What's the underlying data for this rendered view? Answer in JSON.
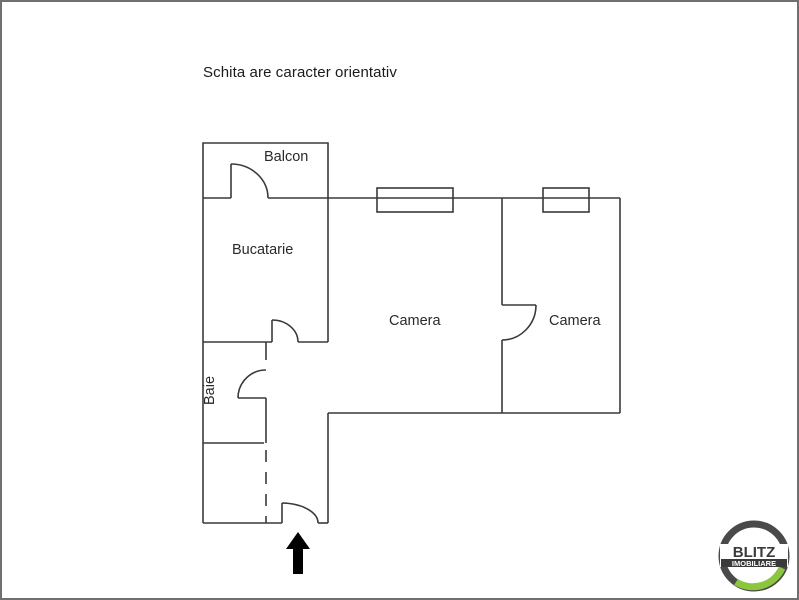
{
  "title": "Schita are caracter orientativ",
  "rooms": {
    "balcon": "Balcon",
    "bucatarie": "Bucatarie",
    "camera_1": "Camera",
    "camera_2": "Camera",
    "baie": "Baie"
  },
  "entrance_arrow": "entrance-arrow",
  "logo": {
    "line1": "BLITZ",
    "line2": "IMOBILIARE",
    "ring_color": "#4a4a4a",
    "accent_color": "#8cc63f"
  },
  "colors": {
    "wall": "#3a3a3a",
    "frame": "#707070",
    "background": "#ffffff"
  }
}
